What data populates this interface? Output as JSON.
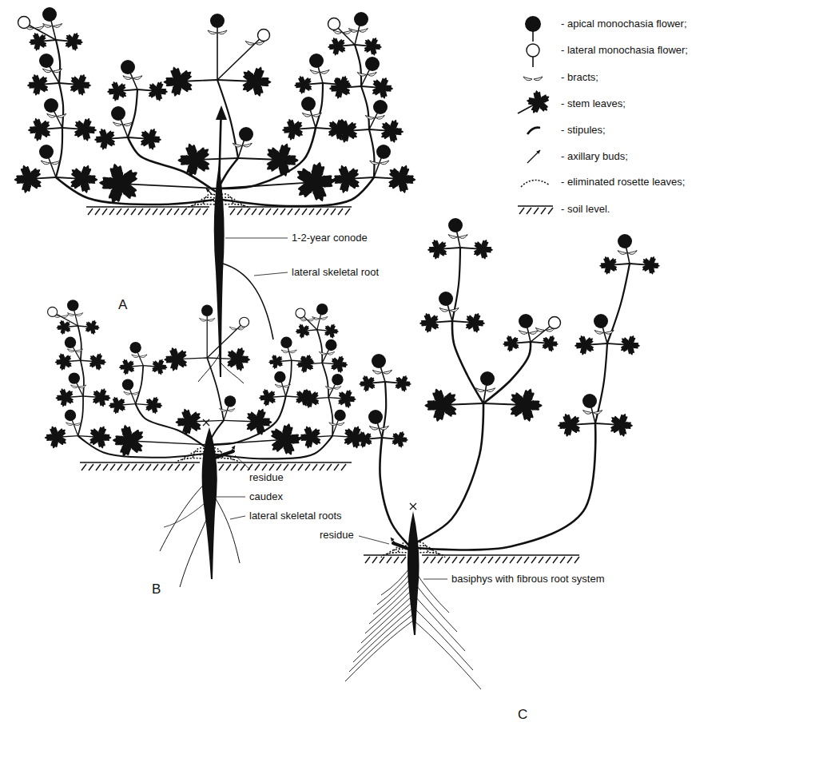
{
  "diagram": {
    "labels": [
      "1-2-year conode",
      "lateral skeletal root",
      "A",
      "residue",
      "caudex",
      "lateral skeletal roots",
      "B",
      "residue",
      "basiphys with fibrous root system",
      "C"
    ],
    "legend": [
      {
        "text": "- apical monochasia flower;"
      },
      {
        "text": "- lateral monochasia flower;"
      },
      {
        "text": "- bracts;"
      },
      {
        "text": "- stem leaves;"
      },
      {
        "text": "- stipules;"
      },
      {
        "text": "- axillary buds;"
      },
      {
        "text": "- eliminated rosette leaves;"
      },
      {
        "text": "- soil level."
      }
    ]
  }
}
